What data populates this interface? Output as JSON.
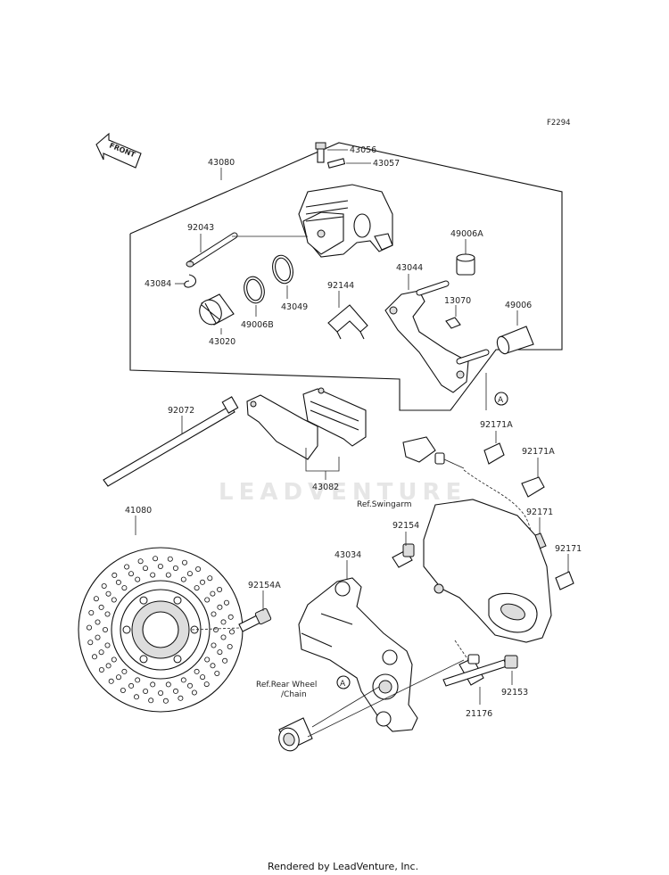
{
  "figure_code": "F2294",
  "front_arrow_label": "FRONT",
  "watermark": "LEADVENTURE",
  "footer": "Rendered by LeadVenture, Inc.",
  "callout_marker": "A",
  "parts": {
    "p43080": "43080",
    "p43056": "43056",
    "p43057": "43057",
    "p92043": "92043",
    "p43084": "43084",
    "p43049": "43049",
    "p49006B": "49006B",
    "p43020": "43020",
    "p92144": "92144",
    "p49006A": "49006A",
    "p43044": "43044",
    "p13070": "13070",
    "p49006": "49006",
    "p92072": "92072",
    "p43082": "43082",
    "p92171A_1": "92171A",
    "p92171A_2": "92171A",
    "p92171_1": "92171",
    "p92171_2": "92171",
    "p41080": "41080",
    "p92154": "92154",
    "p43034": "43034",
    "p92154A": "92154A",
    "p92153": "92153",
    "p21176": "21176"
  },
  "references": {
    "swingarm": "Ref.Swingarm",
    "rear_wheel_line1": "Ref.Rear Wheel",
    "rear_wheel_line2": "/Chain"
  }
}
